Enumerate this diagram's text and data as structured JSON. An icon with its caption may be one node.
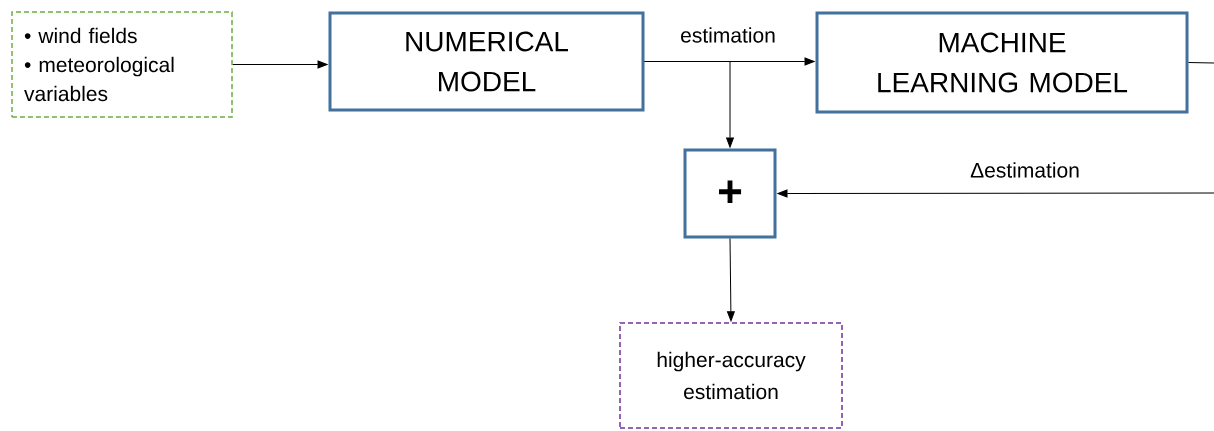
{
  "diagram": {
    "nodes": [
      {
        "text": [
          "• wind fields",
          "• meteorological variables"
        ]
      },
      {
        "text": [
          "NUMERICAL MODEL"
        ]
      },
      {
        "text": [
          "MACHINE LEARNING MODEL"
        ]
      },
      {
        "text": [
          "+"
        ]
      },
      {
        "text": [
          "higher-accuracy estimation"
        ]
      }
    ],
    "edges": [
      {
        "from": 0,
        "to": 1,
        "arrow": "to"
      },
      {
        "from": 1,
        "to": 2,
        "arrow": "to",
        "label": "estimation"
      },
      {
        "from": 1,
        "to": 3,
        "arrow": "to"
      },
      {
        "from": 2,
        "to": null,
        "arrow": "none"
      },
      {
        "from": null,
        "to": 3,
        "arrow": "to",
        "label": "Δestimation"
      },
      {
        "from": 3,
        "to": 4,
        "arrow": "to"
      }
    ]
  }
}
